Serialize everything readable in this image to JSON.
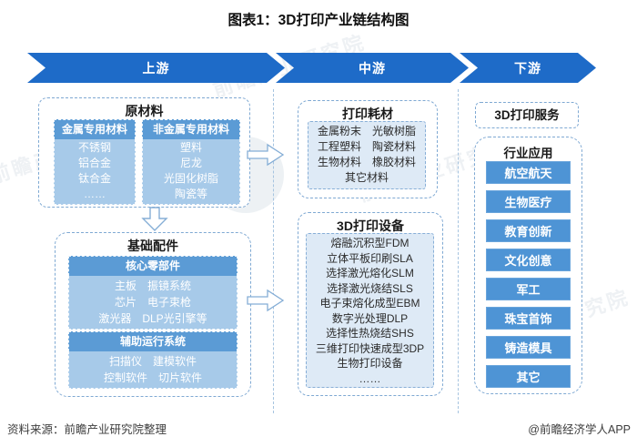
{
  "title": "图表1：3D打印产业链结构图",
  "stages": [
    {
      "label": "上游"
    },
    {
      "label": "中游"
    },
    {
      "label": "下游"
    }
  ],
  "upstream": {
    "raw_materials": {
      "title": "原材料",
      "metal": {
        "header": "金属专用材料",
        "items": [
          "不锈钢",
          "铝合金",
          "钛合金",
          "……"
        ]
      },
      "nonmetal": {
        "header": "非金属专用材料",
        "items": [
          "塑料",
          "尼龙",
          "光固化树脂",
          "陶瓷等"
        ]
      }
    },
    "basic_parts": {
      "title": "基础配件",
      "core": {
        "header": "核心零部件",
        "rows": [
          [
            "主板",
            "振镜系统"
          ],
          [
            "芯片",
            "电子束枪"
          ],
          [
            "激光器",
            "DLP光引擎等"
          ]
        ]
      },
      "aux": {
        "header": "辅助运行系统",
        "rows": [
          [
            "扫描仪",
            "建模软件"
          ],
          [
            "控制软件",
            "切片软件"
          ]
        ]
      }
    }
  },
  "midstream": {
    "consumables": {
      "title": "打印耗材",
      "rows": [
        [
          "金属粉末",
          "光敏树脂"
        ],
        [
          "工程塑料",
          "陶瓷材料"
        ],
        [
          "生物材料",
          "橡胶材料"
        ],
        "其它材料"
      ]
    },
    "equipment": {
      "title": "3D打印设备",
      "items": [
        "熔融沉积型FDM",
        "立体平板印刷SLA",
        "选择激光熔化SLM",
        "选择激光烧结SLS",
        "电子束熔化成型EBM",
        "数字光处理DLP",
        "选择性热烧结SHS",
        "三维打印快速成型3DP",
        "生物打印设备",
        "……"
      ]
    }
  },
  "downstream": {
    "service": {
      "title": "3D打印服务"
    },
    "applications": {
      "title": "行业应用",
      "items": [
        "航空航天",
        "生物医疗",
        "教育创新",
        "文化创意",
        "军工",
        "珠宝首饰",
        "铸造模具",
        "其它"
      ]
    }
  },
  "watermark": {
    "text": "前瞻产业研究院"
  },
  "footer": {
    "source": "资料来源：前瞻产业研究院整理",
    "brand": "@前瞻经济学人APP"
  },
  "colors": {
    "stage_arrow": "#1E6BC8",
    "sub_header": "#5B9BD5",
    "sub_body": "#A7CAE9",
    "panel": "#DEEAF6",
    "dashed_border": "#7FA9D3",
    "app_button": "#4E94D5"
  }
}
